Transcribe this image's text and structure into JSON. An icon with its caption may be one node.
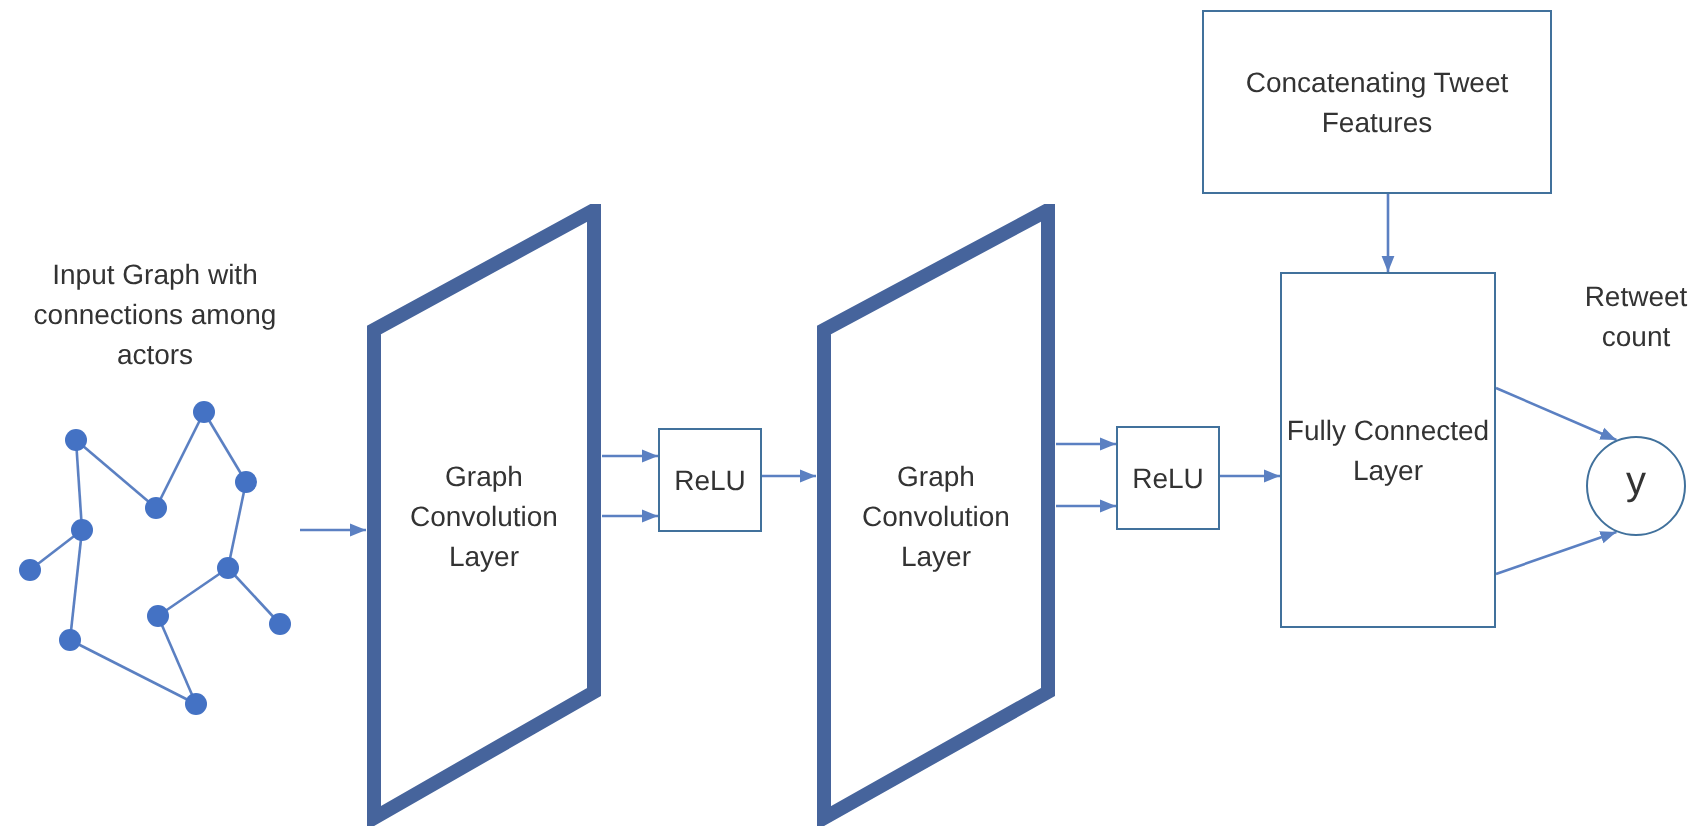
{
  "diagram": {
    "nodes": [
      {
        "text": [
          "Input Graph with connections among actors"
        ]
      },
      {
        "text": [
          "Graph Convolution Layer"
        ]
      },
      {
        "text": [
          "ReLU"
        ]
      },
      {
        "text": [
          "Graph Convolution Layer"
        ]
      },
      {
        "text": [
          "ReLU"
        ]
      },
      {
        "text": [
          "Concatenating Tweet Features"
        ]
      },
      {
        "text": [
          "Fully Connected Layer"
        ]
      },
      {
        "text": [
          "y"
        ]
      }
    ],
    "edges": [
      {
        "from": 0,
        "to": 1,
        "arrow": "to"
      },
      {
        "from": 1,
        "to": 2,
        "arrow": "to"
      },
      {
        "from": 1,
        "to": 2,
        "arrow": "to"
      },
      {
        "from": 2,
        "to": 3,
        "arrow": "to"
      },
      {
        "from": 3,
        "to": 4,
        "arrow": "to"
      },
      {
        "from": 3,
        "to": 4,
        "arrow": "to"
      },
      {
        "from": 4,
        "to": 6,
        "arrow": "to"
      },
      {
        "from": 5,
        "to": 6,
        "arrow": "to"
      },
      {
        "from": 6,
        "to": 7,
        "arrow": "to"
      },
      {
        "from": 6,
        "to": 7,
        "arrow": "to"
      }
    ],
    "labels": [
      "Retweet count"
    ]
  }
}
